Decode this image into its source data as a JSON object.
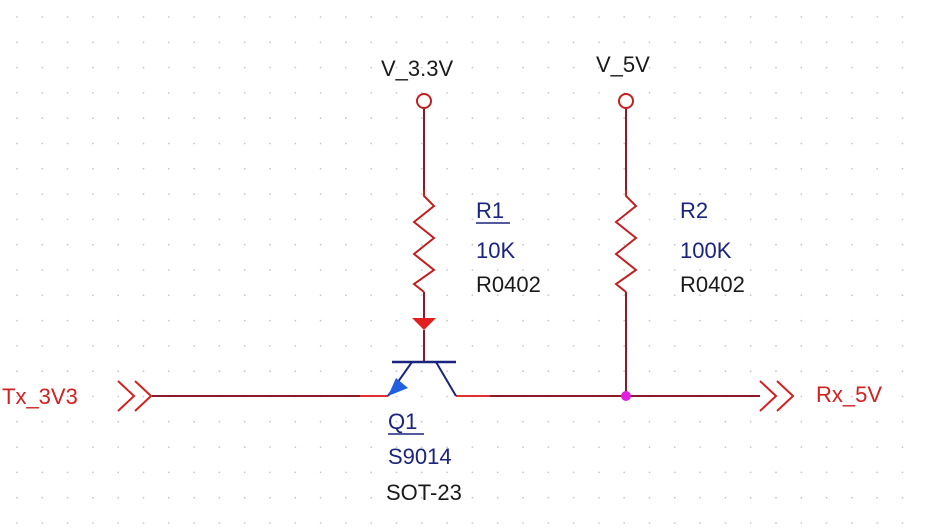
{
  "colors": {
    "background": "#ffffff",
    "grid_dot": "#c8c8c8",
    "wire": "#8b1a2a",
    "wire_red": "#e03030",
    "power_port": "#c02020",
    "resistor": "#c02020",
    "label_text": "#1a1a1a",
    "designator_text": "#1a237e",
    "net_text": "#d32020",
    "port_outline": "#d32020",
    "junction": "#e020e0",
    "transistor_body": "#1a237e",
    "emitter_arrow": "#1f5fe0",
    "collector_marker": "#e02020"
  },
  "power_ports": [
    {
      "label": "V_3.3V",
      "name": "power-port-v3v3"
    },
    {
      "label": "V_5V",
      "name": "power-port-v5v"
    }
  ],
  "resistors": [
    {
      "designator": "R1",
      "value": "10K",
      "footprint": "R0402"
    },
    {
      "designator": "R2",
      "value": "100K",
      "footprint": "R0402"
    }
  ],
  "transistor": {
    "designator": "Q1",
    "part": "S9014",
    "package": "SOT-23"
  },
  "ports": {
    "input": {
      "label": "Tx_3V3",
      "icon": "double-chevron-right-icon"
    },
    "output": {
      "label": "Rx_5V",
      "icon": "double-chevron-right-icon"
    }
  }
}
